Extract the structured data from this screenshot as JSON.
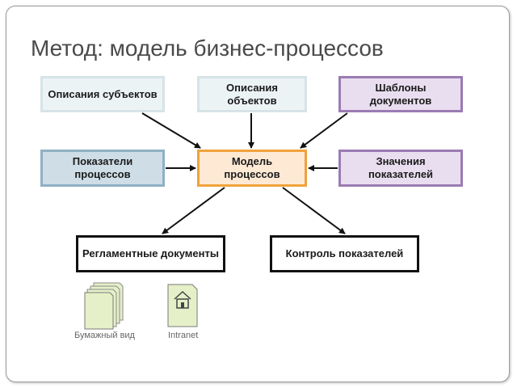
{
  "title": "Метод: модель бизнес-процессов",
  "nodes": {
    "subjects": "Описания субъектов",
    "objects": "Описания объектов",
    "templates": "Шаблоны документов",
    "indicators": "Показатели процессов",
    "model": "Модель процессов",
    "values": "Значения показателей",
    "regulations": "Регламентные документы",
    "control": "Контроль показателей"
  },
  "captions": {
    "paper": "Бумажный вид",
    "intranet": "Intranet"
  },
  "icons": {
    "paper": "paper-stack-icon",
    "intranet": "house-document-icon"
  },
  "colors": {
    "model_border": "#f0a23c",
    "template_border": "#9b7bb3",
    "indicator_border": "#8fb0c4",
    "paper_doc": "#e6f0c8"
  }
}
